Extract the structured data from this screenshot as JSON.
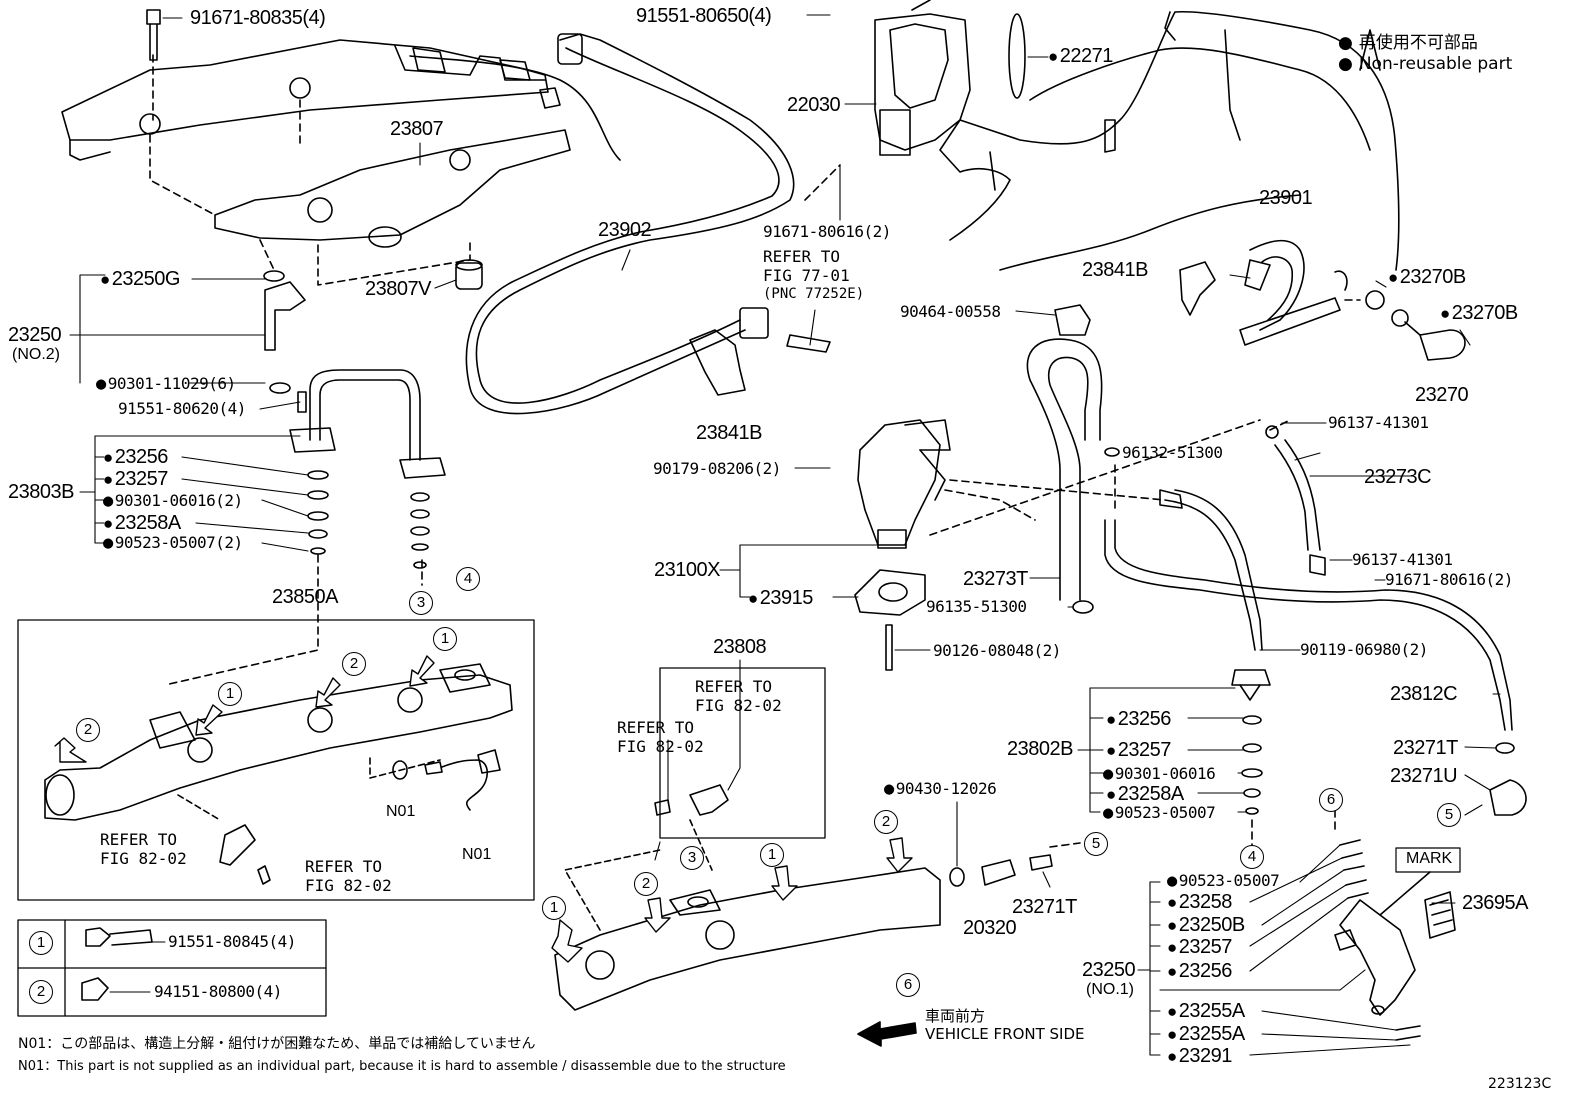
{
  "legend": {
    "jp": "再使用不可部品",
    "en": "Non-reusable part"
  },
  "figure_id": "223123C",
  "direction": {
    "jp": "車両前方",
    "en": "VEHICLE FRONT SIDE"
  },
  "notes": [
    "N01：この部品は、構造上分解・組付けが困難なため、単品では補給していません",
    "N01：This part is not supplied as an individual part, because it is hard to assemble / disassemble due to the structure"
  ],
  "key_table": [
    {
      "key": "1",
      "part": "91551-80845(4)"
    },
    {
      "key": "2",
      "part": "94151-80800(4)"
    }
  ],
  "labels": {
    "p91671_80835": "91671-80835(4)",
    "p91551_80650": "91551-80650(4)",
    "p22271": "22271",
    "p22030": "22030",
    "p23807": "23807",
    "p23807V": "23807V",
    "p23902": "23902",
    "p91671_80616a": "91671-80616(2)",
    "p23250G": "23250G",
    "p23250": "23250",
    "p23250_no2": "(NO.2)",
    "p90301_11029": "90301-11029(6)",
    "p91551_80620": "91551-80620(4)",
    "p23256a": "23256",
    "p23257a": "23257",
    "p23803B": "23803B",
    "p90301_06016a": "90301-06016(2)",
    "p23258Aa": "23258A",
    "p90523_05007a": "90523-05007(2)",
    "p23850A": "23850A",
    "refer1_a": "REFER TO",
    "refer1_b": "FIG 77-01",
    "refer1_c": "(PNC 77252E)",
    "p23841B_a": "23841B",
    "p23841B_b": "23841B",
    "p90464_00558": "90464-00558",
    "p23901": "23901",
    "p23270B_a": "23270B",
    "p23270B_b": "23270B",
    "p23270": "23270",
    "p96137_41301a": "96137-41301",
    "p96132_51300": "96132-51300",
    "p23273C": "23273C",
    "p90179_08206": "90179-08206(2)",
    "p23100X": "23100X",
    "p23915": "23915",
    "p23273T": "23273T",
    "p96135_51300": "96135-51300",
    "p96137_41301b": "96137-41301",
    "p91671_80616b": "91671-80616(2)",
    "p90126_08048": "90126-08048(2)",
    "p90119_06980": "90119-06980(2)",
    "p23812C": "23812C",
    "p23808": "23808",
    "refer2_a": "REFER TO",
    "refer2_b": "FIG 82-02",
    "refer3_a": "REFER TO",
    "refer3_b": "FIG 82-02",
    "refer4_a": "REFER TO",
    "refer4_b": "FIG 82-02",
    "refer5_a": "REFER TO",
    "refer5_b": "FIG 82-02",
    "p90430_12026": "90430-12026",
    "p23802B": "23802B",
    "p23256b": "23256",
    "p23257b": "23257",
    "p90301_06016b": "90301-06016",
    "p23258Ab": "23258A",
    "p90523_05007b": "90523-05007",
    "p23271T_a": "23271T",
    "p23271U": "23271U",
    "p23271T_b": "23271T",
    "p20320": "20320",
    "n01_a": "N01",
    "n01_b": "N01",
    "mark": "MARK",
    "p23695A": "23695A",
    "p90523_05007c": "90523-05007",
    "p23258c": "23258",
    "p23250B": "23250B",
    "p23257c": "23257",
    "p23256c": "23256",
    "p23250b": "23250",
    "p23250_no1": "(NO.1)",
    "p23255A_a": "23255A",
    "p23255A_b": "23255A",
    "p23291": "23291"
  },
  "callouts": [
    "1",
    "2",
    "3",
    "4",
    "5",
    "6"
  ]
}
